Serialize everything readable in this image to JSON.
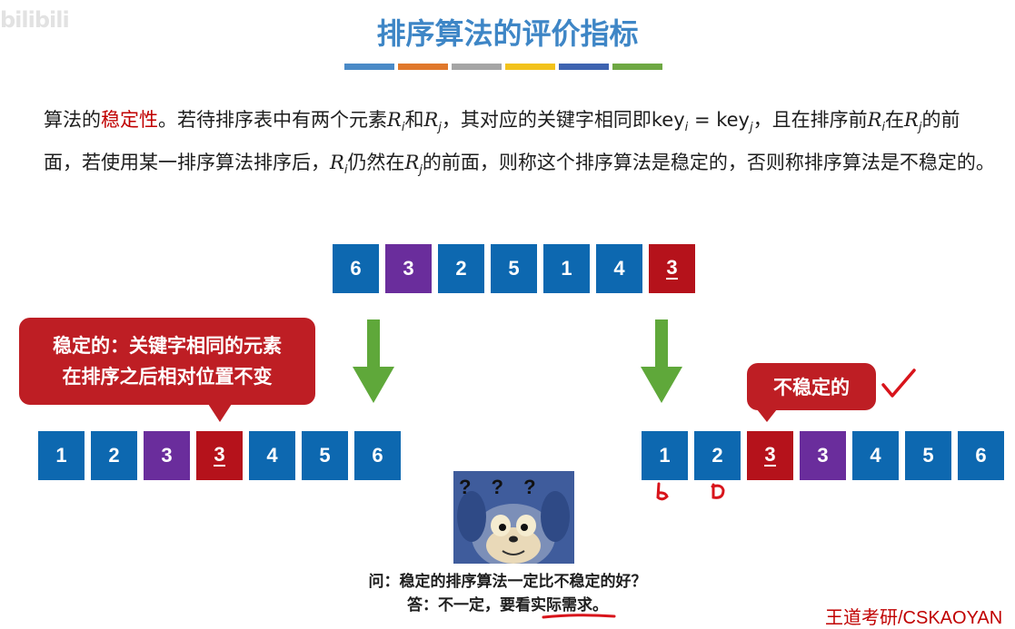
{
  "watermark": "bilibili",
  "title": "排序算法的评价指标",
  "title_bar_colors": [
    "#4a8ac7",
    "#e0782b",
    "#a5a5a5",
    "#f2c21b",
    "#3e63b0",
    "#6ea843"
  ],
  "paragraph": {
    "p1": "算法的",
    "stability_term": "稳定性",
    "p2": "。若待排序表中有两个元素",
    "Ri": "R",
    "i": "i",
    "and": "和",
    "Rj": "R",
    "j": "j",
    "p3": "，其对应的关键字相同即key",
    "eq": " = key",
    "p4": "，且在排序前",
    "zai": "在",
    "p5": "的前面，若使用某一排序算法排序后，",
    "rengran": "仍然在",
    "p6": "的前面，则称这个排序算法是稳定的，否则称排序算法是不稳定的。"
  },
  "colors": {
    "blue": "#0d68b0",
    "purple": "#6a2d9c",
    "red": "#b5121b",
    "green": "#5fa83a",
    "callout": "#be1e24"
  },
  "top_row": [
    {
      "value": "6",
      "color": "blue",
      "underline": false
    },
    {
      "value": "3",
      "color": "purple",
      "underline": false
    },
    {
      "value": "2",
      "color": "blue",
      "underline": false
    },
    {
      "value": "5",
      "color": "blue",
      "underline": false
    },
    {
      "value": "1",
      "color": "blue",
      "underline": false
    },
    {
      "value": "4",
      "color": "blue",
      "underline": false
    },
    {
      "value": "3",
      "color": "red",
      "underline": true
    }
  ],
  "stable_row": [
    {
      "value": "1",
      "color": "blue",
      "underline": false
    },
    {
      "value": "2",
      "color": "blue",
      "underline": false
    },
    {
      "value": "3",
      "color": "purple",
      "underline": false
    },
    {
      "value": "3",
      "color": "red",
      "underline": true
    },
    {
      "value": "4",
      "color": "blue",
      "underline": false
    },
    {
      "value": "5",
      "color": "blue",
      "underline": false
    },
    {
      "value": "6",
      "color": "blue",
      "underline": false
    }
  ],
  "unstable_row": [
    {
      "value": "1",
      "color": "blue",
      "underline": false
    },
    {
      "value": "2",
      "color": "blue",
      "underline": false
    },
    {
      "value": "3",
      "color": "red",
      "underline": true
    },
    {
      "value": "3",
      "color": "purple",
      "underline": false
    },
    {
      "value": "4",
      "color": "blue",
      "underline": false
    },
    {
      "value": "5",
      "color": "blue",
      "underline": false
    },
    {
      "value": "6",
      "color": "blue",
      "underline": false
    }
  ],
  "callout_stable": {
    "line1": "稳定的：关键字相同的元素",
    "line2": "在排序之后相对位置不变"
  },
  "callout_unstable": "不稳定的",
  "face_marks": "? ? ?",
  "question": "问：稳定的排序算法一定比不稳定的好？",
  "answer": "答：不一定，要看实际需求。",
  "brand": "王道考研/CSKAOYAN"
}
